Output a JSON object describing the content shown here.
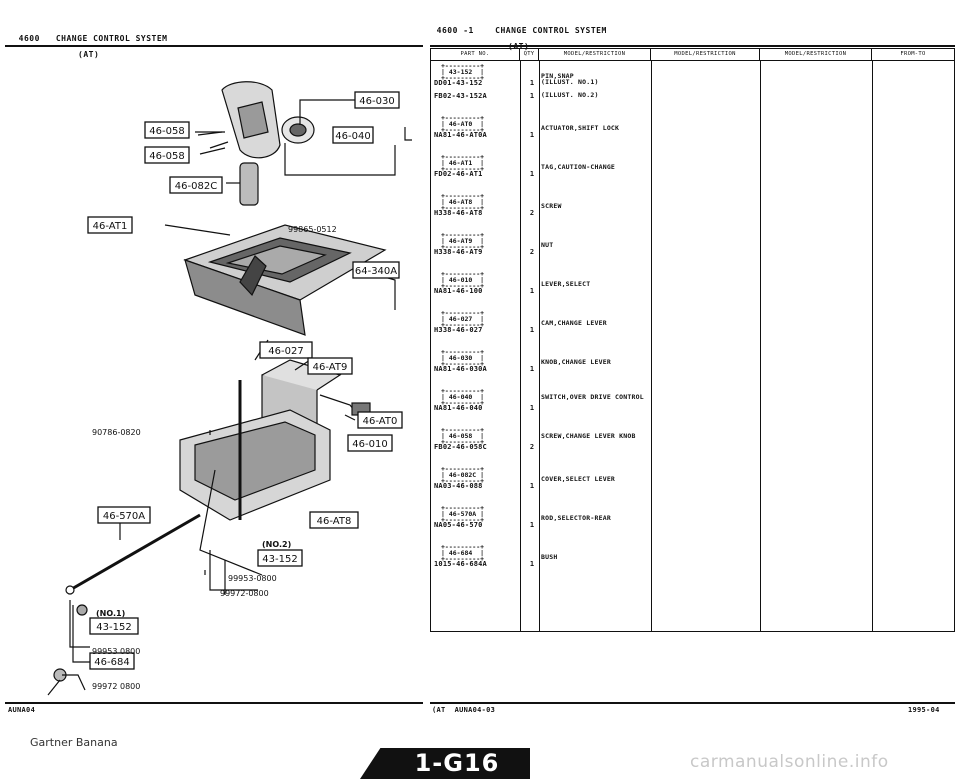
{
  "header": {
    "left_title": "4600   CHANGE CONTROL SYSTEM",
    "left_sub": "(AT)",
    "right_title": "4600 -1    CHANGE CONTROL SYSTEM",
    "right_sub": "(AT)"
  },
  "table": {
    "columns": [
      "PART NO.",
      "QTY",
      "MODEL/RESTRICTION",
      "MODEL/RESTRICTION",
      "MODEL/RESTRICTION",
      "FROM-TO"
    ],
    "rows": [
      {
        "ref": "43-152",
        "part_no": "DD01-43-152",
        "qty": "1",
        "desc": "PIN,SNAP"
      },
      {
        "ref": "",
        "part_no": "FB02-43-152A",
        "qty": "1",
        "desc": "(ILLUST. NO.1)"
      },
      {
        "ref": "46-AT0",
        "part_no": "NA81-46-AT0A",
        "qty": "1",
        "desc": "ACTUATOR,SHIFT LOCK"
      },
      {
        "ref": "46-AT1",
        "part_no": "FD02-46-AT1",
        "qty": "1",
        "desc": "TAG,CAUTION-CHANGE"
      },
      {
        "ref": "46-AT8",
        "part_no": "H338-46-AT8",
        "qty": "2",
        "desc": "SCREW"
      },
      {
        "ref": "46-AT9",
        "part_no": "H338-46-AT9",
        "qty": "2",
        "desc": "NUT"
      },
      {
        "ref": "46-010",
        "part_no": "NA81-46-100",
        "qty": "1",
        "desc": "LEVER,SELECT"
      },
      {
        "ref": "46-027",
        "part_no": "H338-46-027",
        "qty": "1",
        "desc": "CAM,CHANGE LEVER"
      },
      {
        "ref": "46-030",
        "part_no": "NA81-46-030A",
        "qty": "1",
        "desc": "KNOB,CHANGE LEVER"
      },
      {
        "ref": "46-040",
        "part_no": "NA81-46-040",
        "qty": "1",
        "desc": "SWITCH,OVER DRIVE CONTROL"
      },
      {
        "ref": "46-058",
        "part_no": "FB02-46-058C",
        "qty": "2",
        "desc": "SCREW,CHANGE LEVER KNOB"
      },
      {
        "ref": "46-082C",
        "part_no": "NA03-46-088",
        "qty": "1",
        "desc": "COVER,SELECT LEVER"
      },
      {
        "ref": "46-570A",
        "part_no": "NA05-46-570",
        "qty": "1",
        "desc": "ROD,SELECTOR-REAR"
      },
      {
        "ref": "46-684",
        "part_no": "1015-46-684A",
        "qty": "1",
        "desc": "BUSH"
      }
    ],
    "illust_no2": "(ILLUST. NO.2)"
  },
  "diagram": {
    "callouts": [
      "46-030",
      "46-058",
      "46-058",
      "46-040",
      "46-082C",
      "46-AT1",
      "64-340A",
      "46-027",
      "46-AT9",
      "46-AT0",
      "46-010",
      "46-570A",
      "46-AT8",
      "43-152",
      "43-152",
      "46-684"
    ],
    "notes": [
      "99865-0512",
      "90786-0820",
      "99953-0800",
      "99972-0800",
      "(NO.2)",
      "(NO.1)",
      "99953 0800",
      "99972 0800"
    ]
  },
  "footer": {
    "left_code": "AUNA04",
    "right_code": "(AT  AUNA04-03",
    "date": "1995-04",
    "brand": "Gartner Banana",
    "page": "1-G16",
    "watermark": "carmanualsonline.info"
  }
}
